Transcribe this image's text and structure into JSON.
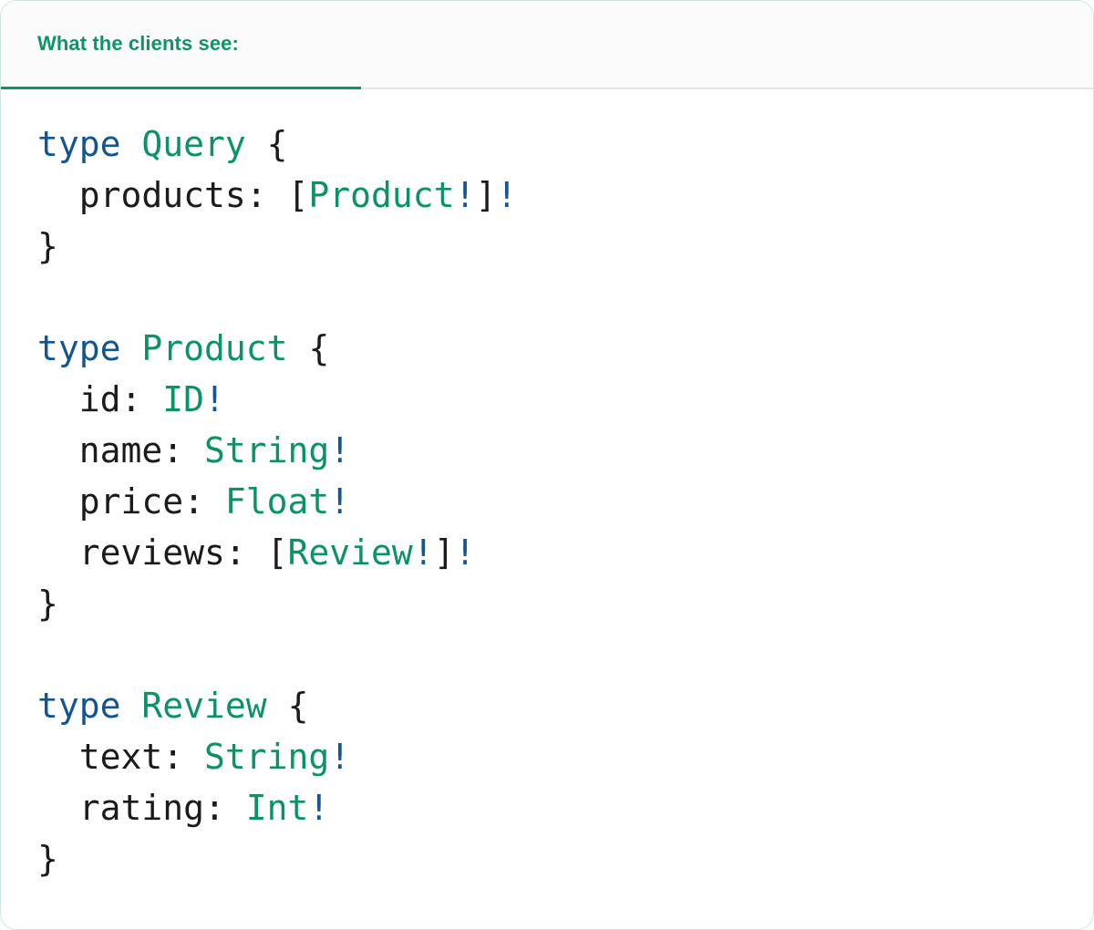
{
  "card": {
    "border_color": "#cfe6da",
    "background": "#ffffff"
  },
  "tabbar": {
    "active_tab": {
      "label": "What the clients see:",
      "accent_color": "#0e9468",
      "background": "#fbfbfb"
    },
    "divider_color": "#e4e4e4"
  },
  "editor": {
    "language": "graphql",
    "theme": {
      "keyword": "#15548f",
      "type_name": "#0d9263",
      "punctuation": "#1b1b1b",
      "non_null": "#14549a",
      "background": "#ffffff"
    },
    "lines": [
      {
        "tokens": [
          {
            "t": "type",
            "c": "kw"
          },
          {
            "t": " ",
            "c": "pun"
          },
          {
            "t": "Query",
            "c": "tname"
          },
          {
            "t": " {",
            "c": "pun"
          }
        ]
      },
      {
        "tokens": [
          {
            "t": "  products: [",
            "c": "pun"
          },
          {
            "t": "Product",
            "c": "tname"
          },
          {
            "t": "!",
            "c": "bang"
          },
          {
            "t": "]",
            "c": "pun"
          },
          {
            "t": "!",
            "c": "bang"
          }
        ]
      },
      {
        "tokens": [
          {
            "t": "}",
            "c": "pun"
          }
        ]
      },
      {
        "tokens": []
      },
      {
        "tokens": [
          {
            "t": "type",
            "c": "kw"
          },
          {
            "t": " ",
            "c": "pun"
          },
          {
            "t": "Product",
            "c": "tname"
          },
          {
            "t": " {",
            "c": "pun"
          }
        ]
      },
      {
        "tokens": [
          {
            "t": "  id: ",
            "c": "pun"
          },
          {
            "t": "ID",
            "c": "tname"
          },
          {
            "t": "!",
            "c": "bang"
          }
        ]
      },
      {
        "tokens": [
          {
            "t": "  name: ",
            "c": "pun"
          },
          {
            "t": "String",
            "c": "tname"
          },
          {
            "t": "!",
            "c": "bang"
          }
        ]
      },
      {
        "tokens": [
          {
            "t": "  price: ",
            "c": "pun"
          },
          {
            "t": "Float",
            "c": "tname"
          },
          {
            "t": "!",
            "c": "bang"
          }
        ]
      },
      {
        "tokens": [
          {
            "t": "  reviews: [",
            "c": "pun"
          },
          {
            "t": "Review",
            "c": "tname"
          },
          {
            "t": "!",
            "c": "bang"
          },
          {
            "t": "]",
            "c": "pun"
          },
          {
            "t": "!",
            "c": "bang"
          }
        ]
      },
      {
        "tokens": [
          {
            "t": "}",
            "c": "pun"
          }
        ]
      },
      {
        "tokens": []
      },
      {
        "tokens": [
          {
            "t": "type",
            "c": "kw"
          },
          {
            "t": " ",
            "c": "pun"
          },
          {
            "t": "Review",
            "c": "tname"
          },
          {
            "t": " {",
            "c": "pun"
          }
        ]
      },
      {
        "tokens": [
          {
            "t": "  text: ",
            "c": "pun"
          },
          {
            "t": "String",
            "c": "tname"
          },
          {
            "t": "!",
            "c": "bang"
          }
        ]
      },
      {
        "tokens": [
          {
            "t": "  rating: ",
            "c": "pun"
          },
          {
            "t": "Int",
            "c": "tname"
          },
          {
            "t": "!",
            "c": "bang"
          }
        ]
      },
      {
        "tokens": [
          {
            "t": "}",
            "c": "pun"
          }
        ]
      }
    ]
  }
}
